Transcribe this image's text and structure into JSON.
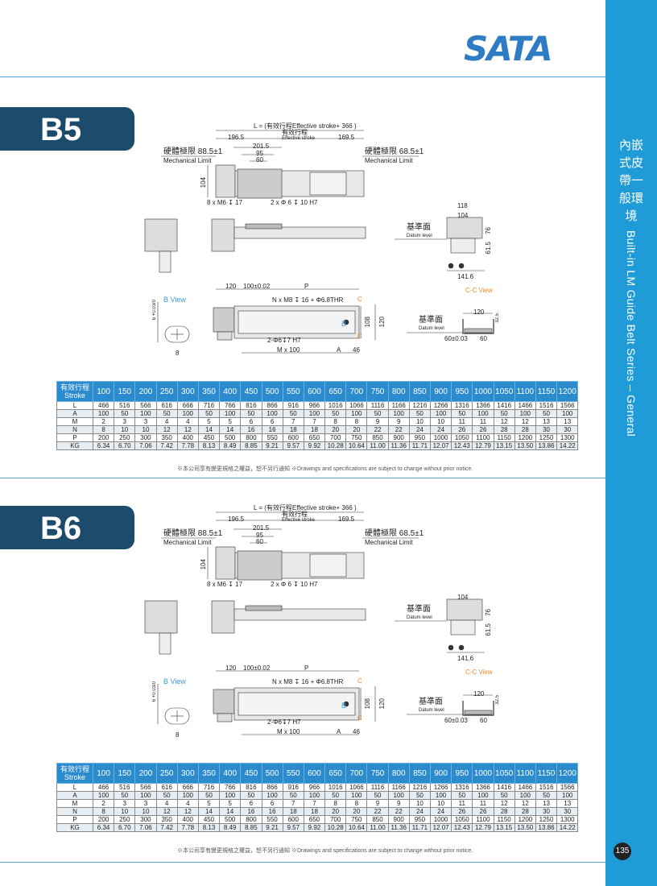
{
  "brand": {
    "logo": "SATA"
  },
  "sidebar": {
    "title_cn": "內嵌式皮帶一般環境",
    "title_en": "Built-in LM Guide Belt Series – General"
  },
  "page_number": "135",
  "sections": [
    {
      "model": "B5",
      "labels": {
        "L_formula": "L = (有效行程Effective stroke+ 366 )",
        "dim_196_5": "196.5",
        "effective_stroke_cn": "有效行程",
        "effective_stroke_en": "Effective stroke",
        "dim_169_5": "169.5",
        "dim_201_5": "201.5",
        "dim_95": "95",
        "dim_60": "60",
        "mech_limit_left_cn": "硬體極限 88.5±1",
        "mech_limit_left_en": "Mechanical Limit",
        "mech_limit_right_cn": "硬體極限 68.5±1",
        "mech_limit_right_en": "Mechanical Limit",
        "dim_104_height": "104",
        "holes_m6": "8 x M6 ↧ 17",
        "holes_phi6": "2 x Φ 6 ↧ 10 H7",
        "end_dim_118": "118",
        "end_dim_104": "104",
        "datum_cn": "基準面",
        "datum_en": "Datum level",
        "end_dim_76": "76",
        "end_dim_61_5": "61.5",
        "end_dim_141_6": "141.6",
        "cc_view": "C-C View",
        "bottom_dim_120": "120",
        "bottom_dim_100": "100±0.02",
        "bottom_dim_p": "P",
        "holes_m8": "N x M8 ↧ 16 + Φ6.8THR",
        "bottom_dim_108": "108",
        "bottom_dim_120b": "120",
        "holes_phi6_h7": "2-Φ6↧7 H7",
        "m_x_100": "M x 100",
        "dim_a": "A",
        "dim_46": "46",
        "section_c_top": "C",
        "section_c_bottom": "C",
        "b_marker": "B",
        "b_view": "B View",
        "b_view_6": "6 +0.03/0",
        "b_view_8": "8",
        "datum2_cn": "基準面",
        "datum2_en": "Datum level",
        "cs_dim_120": "120",
        "cs_dim_32_5": "32.5",
        "cs_dim_60_tol": "60±0.03",
        "cs_dim_60": "60"
      },
      "note": "※本公司享有變更規格之權益，恕不另行通知 ※Drawings and specifications are subject to change without prior notice."
    },
    {
      "model": "B6",
      "labels": {
        "L_formula": "L = (有效行程Effective stroke+ 366 )",
        "dim_196_5": "196.5",
        "effective_stroke_cn": "有效行程",
        "effective_stroke_en": "Effective stroke",
        "dim_169_5": "169.5",
        "dim_201_5": "201.5",
        "dim_95": "95",
        "dim_60": "60",
        "mech_limit_left_cn": "硬體極限 88.5±1",
        "mech_limit_left_en": "Mechanical Limit",
        "mech_limit_right_cn": "硬體極限 68.5±1",
        "mech_limit_right_en": "Mechanical Limit",
        "dim_104_height": "104",
        "holes_m6": "8 x M6 ↧ 17",
        "holes_phi6": "2 x Φ 6 ↧ 10 H7",
        "end_dim_104": "104",
        "datum_cn": "基準面",
        "datum_en": "Datum level",
        "end_dim_76": "76",
        "end_dim_61_5": "61.5",
        "end_dim_141_6": "141.6",
        "cc_view": "C-C View",
        "bottom_dim_120": "120",
        "bottom_dim_100": "100±0.02",
        "bottom_dim_p": "P",
        "holes_m8": "N x M8 ↧ 16 + Φ6.8THR",
        "bottom_dim_108": "108",
        "bottom_dim_120b": "120",
        "holes_phi6_h7": "2-Φ6↧7 H7",
        "m_x_100": "M x 100",
        "dim_a": "A",
        "dim_46": "46",
        "section_c_top": "C",
        "section_c_bottom": "C",
        "b_marker": "B",
        "b_view": "B View",
        "b_view_6": "6 +0.03/0",
        "b_view_8": "8",
        "datum2_cn": "基準面",
        "datum2_en": "Datum level",
        "cs_dim_120": "120",
        "cs_dim_32_5": "32.5",
        "cs_dim_60_tol": "60±0.03",
        "cs_dim_60": "60"
      },
      "note": "※本公司享有變更規格之權益，恕不另行通知 ※Drawings and specifications are subject to change without prior notice."
    }
  ],
  "spec_table": {
    "header_cn": "有效行程",
    "header_en": "Stroke",
    "strokes": [
      "100",
      "150",
      "200",
      "250",
      "300",
      "350",
      "400",
      "450",
      "500",
      "550",
      "600",
      "650",
      "700",
      "750",
      "800",
      "850",
      "900",
      "950",
      "1000",
      "1050",
      "1100",
      "1150",
      "1200"
    ],
    "rows": [
      {
        "label": "L",
        "values": [
          "466",
          "516",
          "566",
          "616",
          "666",
          "716",
          "766",
          "816",
          "866",
          "916",
          "966",
          "1016",
          "1066",
          "1116",
          "1166",
          "1216",
          "1266",
          "1316",
          "1366",
          "1416",
          "1466",
          "1516",
          "1566"
        ]
      },
      {
        "label": "A",
        "values": [
          "100",
          "50",
          "100",
          "50",
          "100",
          "50",
          "100",
          "50",
          "100",
          "50",
          "100",
          "50",
          "100",
          "50",
          "100",
          "50",
          "100",
          "50",
          "100",
          "50",
          "100",
          "50",
          "100"
        ]
      },
      {
        "label": "M",
        "values": [
          "2",
          "3",
          "3",
          "4",
          "4",
          "5",
          "5",
          "6",
          "6",
          "7",
          "7",
          "8",
          "8",
          "9",
          "9",
          "10",
          "10",
          "11",
          "11",
          "12",
          "12",
          "13",
          "13"
        ]
      },
      {
        "label": "N",
        "values": [
          "8",
          "10",
          "10",
          "12",
          "12",
          "14",
          "14",
          "16",
          "16",
          "18",
          "18",
          "20",
          "20",
          "22",
          "22",
          "24",
          "24",
          "26",
          "26",
          "28",
          "28",
          "30",
          "30"
        ]
      },
      {
        "label": "P",
        "values": [
          "200",
          "250",
          "300",
          "350",
          "400",
          "450",
          "500",
          "800",
          "550",
          "600",
          "650",
          "700",
          "750",
          "850",
          "900",
          "950",
          "1000",
          "1050",
          "1100",
          "1150",
          "1200",
          "1250",
          "1300"
        ]
      },
      {
        "label": "KG",
        "values": [
          "6.34",
          "6.70",
          "7.06",
          "7.42",
          "7.78",
          "8.13",
          "8.49",
          "8.85",
          "9.21",
          "9.57",
          "9.92",
          "10.28",
          "10.64",
          "11.00",
          "11.36",
          "11.71",
          "12.07",
          "12.43",
          "12.79",
          "13.15",
          "13.50",
          "13.86",
          "14.22"
        ]
      }
    ]
  },
  "colors": {
    "accent": "#1f9bd7",
    "tab": "#1d4b6b",
    "table_header": "#2b8bcd",
    "section_marker": "#f08a2a"
  }
}
